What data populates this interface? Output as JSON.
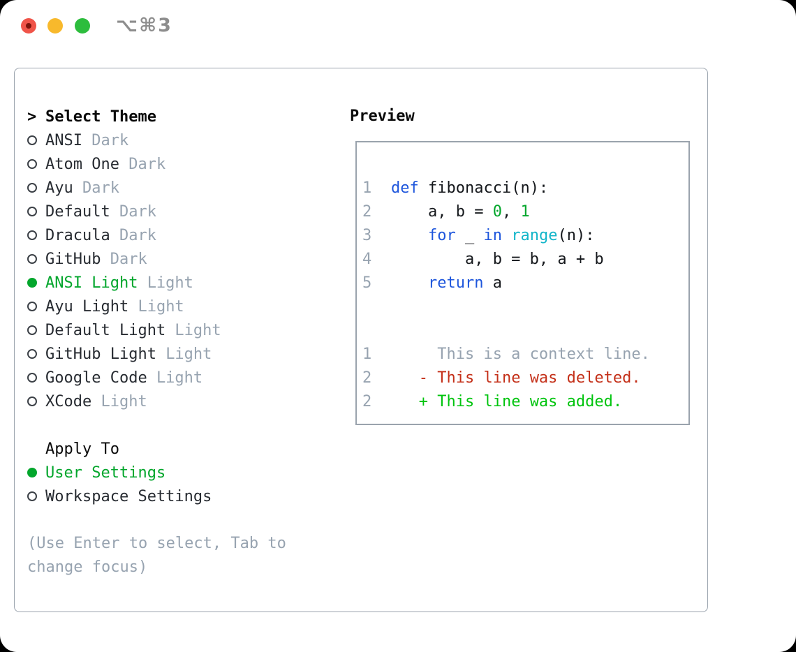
{
  "window": {
    "shortcut": "⌥⌘3",
    "traffic_light_colors": {
      "close": "#f05449",
      "minimize": "#f8b92c",
      "zoom": "#2dbd3d"
    }
  },
  "theme_list": {
    "prompt": ">",
    "heading": "Select Theme",
    "items": [
      {
        "name": "ANSI",
        "variant": "Dark",
        "selected": false
      },
      {
        "name": "Atom One",
        "variant": "Dark",
        "selected": false
      },
      {
        "name": "Ayu",
        "variant": "Dark",
        "selected": false
      },
      {
        "name": "Default",
        "variant": "Dark",
        "selected": false
      },
      {
        "name": "Dracula",
        "variant": "Dark",
        "selected": false
      },
      {
        "name": "GitHub",
        "variant": "Dark",
        "selected": false
      },
      {
        "name": "ANSI Light",
        "variant": "Light",
        "selected": true
      },
      {
        "name": "Ayu Light",
        "variant": "Light",
        "selected": false
      },
      {
        "name": "Default Light",
        "variant": "Light",
        "selected": false
      },
      {
        "name": "GitHub Light",
        "variant": "Light",
        "selected": false
      },
      {
        "name": "Google Code",
        "variant": "Light",
        "selected": false
      },
      {
        "name": "XCode",
        "variant": "Light",
        "selected": false
      }
    ]
  },
  "apply_to": {
    "heading": "Apply To",
    "options": [
      {
        "label": "User Settings",
        "selected": true
      },
      {
        "label": "Workspace Settings",
        "selected": false
      }
    ]
  },
  "help": {
    "line1": "(Use Enter to select, Tab to",
    "line2": "change focus)"
  },
  "preview": {
    "heading": "Preview",
    "lines": [
      {
        "n": "1",
        "s": [
          "def",
          " fibonacci(n):"
        ]
      },
      {
        "n": "2",
        "s": [
          "    a, b = ",
          "0",
          ", ",
          "1"
        ]
      },
      {
        "n": "3",
        "s": [
          "    ",
          "for",
          " _ ",
          "in",
          " ",
          "range",
          "(n):"
        ]
      },
      {
        "n": "4",
        "s": [
          "        a, b = b, a + b"
        ]
      },
      {
        "n": "5",
        "s": [
          "    ",
          "return",
          " a"
        ]
      },
      {
        "n": "1",
        "s": [
          "     This is a context line."
        ]
      },
      {
        "n": "2",
        "s": [
          "   ",
          "- This line was deleted."
        ]
      },
      {
        "n": "2",
        "s": [
          "   ",
          "+ This line was added."
        ]
      }
    ]
  },
  "colors": {
    "selection_green": "#03a62c",
    "keyword_blue": "#1e56dc",
    "builtin_cyan": "#12b5c9",
    "literal_green": "#03a62c",
    "diff_added_green": "#00c40e",
    "diff_removed_red": "#c43019",
    "muted_gray": "#97a3b0",
    "panel_border": "#9aa3ad",
    "text_dark": "#272b31"
  }
}
